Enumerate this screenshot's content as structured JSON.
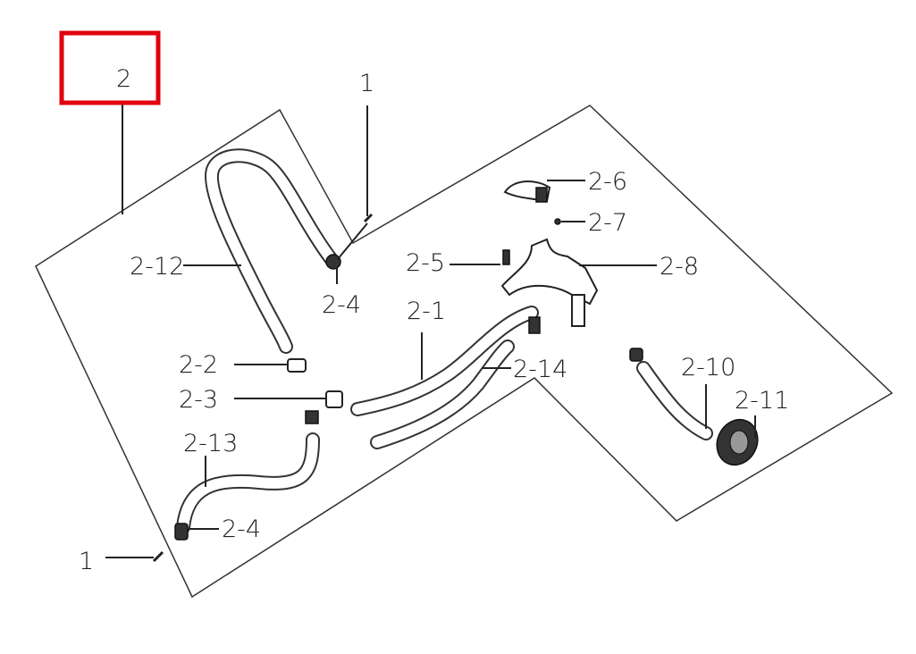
{
  "highlight": {
    "label": "2",
    "color": "#e0000f"
  },
  "labels": {
    "screw_top": "1",
    "hose_2_12": "2-12",
    "clamp_2_4_top": "2-4",
    "part_2_5": "2-5",
    "hose_2_1": "2-1",
    "part_2_6": "2-6",
    "part_2_7": "2-7",
    "part_2_8": "2-8",
    "part_2_2": "2-2",
    "part_2_3": "2-3",
    "hose_2_14": "2-14",
    "hose_2_10": "2-10",
    "part_2_11": "2-11",
    "hose_2_13": "2-13",
    "clamp_2_4_bottom": "2-4",
    "screw_bottom": "1"
  }
}
